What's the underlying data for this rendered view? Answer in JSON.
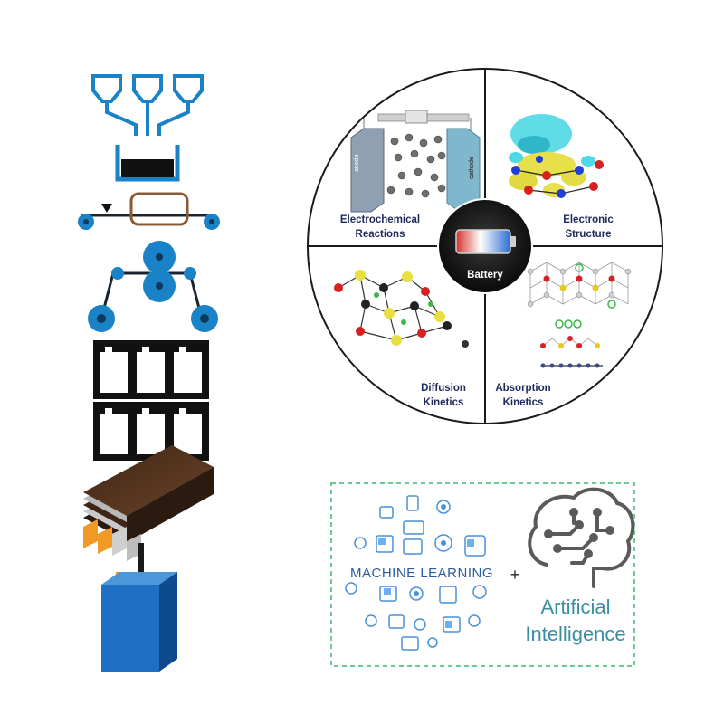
{
  "center": {
    "label": "Battery"
  },
  "quadrants": [
    {
      "id": "electrochemical",
      "line1": "Electrochemical",
      "line2": "Reactions"
    },
    {
      "id": "electronic",
      "line1": "Electronic",
      "line2": "Structure"
    },
    {
      "id": "diffusion",
      "line1": "Diffusion",
      "line2": "Kinetics"
    },
    {
      "id": "absorption",
      "line1": "Absorption",
      "line2": "Kinetics"
    }
  ],
  "ml_box": {
    "ml_label": "MACHINE LEARNING",
    "plus": "+",
    "ai_line1": "Artificial",
    "ai_line2": "Intelligence"
  },
  "cell_labels": {
    "anode": "anode",
    "cathode": "cathode"
  },
  "colors": {
    "process_blue": "#1a82c6",
    "circle_outline": "#1a1a1a",
    "label_navy": "#1f2a5c",
    "ml_box_border": "#3cba6c",
    "ml_blue": "#2c5d9a",
    "ai_teal": "#3c8ea0",
    "brain_gray": "#5a5a5a"
  }
}
